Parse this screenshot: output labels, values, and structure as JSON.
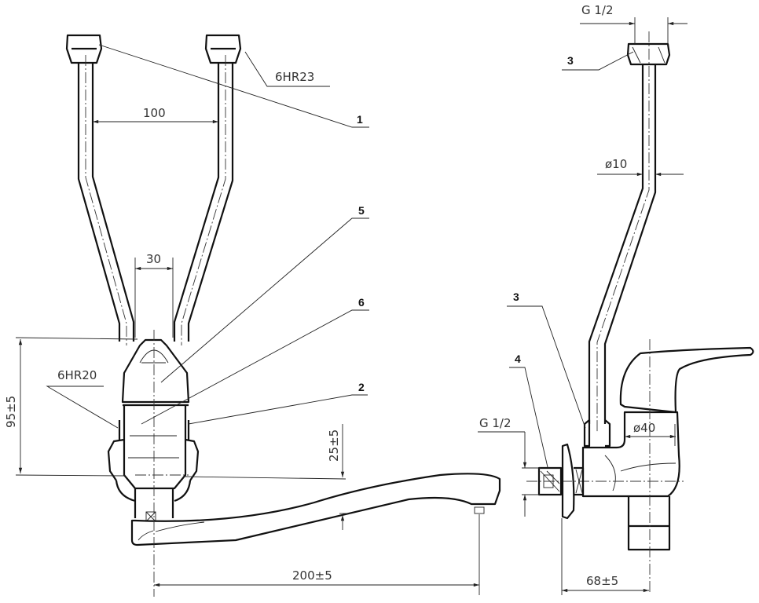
{
  "drawing": {
    "part_labels": [
      "1",
      "2",
      "3",
      "3",
      "4",
      "5",
      "6"
    ],
    "dimensions": {
      "pipe_spacing": "100",
      "inlet_spacing": "30",
      "nut_top": "6HR23",
      "nut_body": "6HR20",
      "height": "95±5",
      "spout_height": "25±5",
      "spout_reach": "200±5",
      "thread_top": "G 1/2",
      "pipe_diameter": "ø10",
      "thread_inlet": "G 1/2",
      "body_diameter": "ø40",
      "wall_distance": "68±5"
    }
  }
}
